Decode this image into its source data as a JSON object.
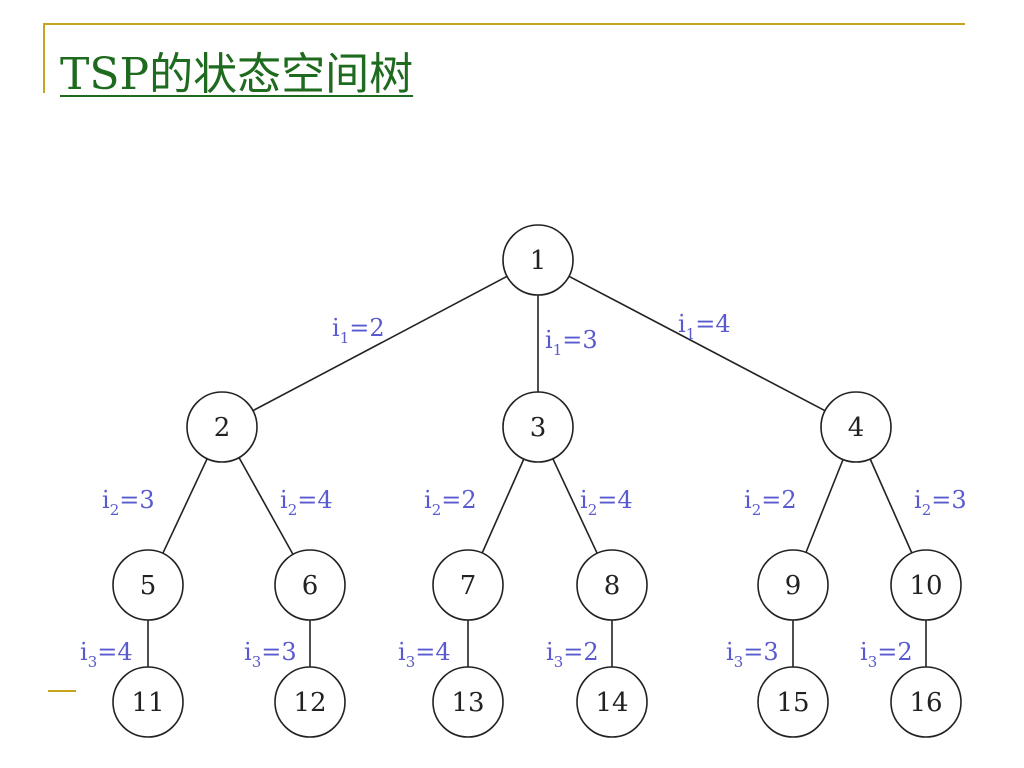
{
  "slide": {
    "title": "TSP的状态空间树"
  },
  "tree": {
    "nodes": [
      {
        "id": "1"
      },
      {
        "id": "2"
      },
      {
        "id": "3"
      },
      {
        "id": "4"
      },
      {
        "id": "5"
      },
      {
        "id": "6"
      },
      {
        "id": "7"
      },
      {
        "id": "8"
      },
      {
        "id": "9"
      },
      {
        "id": "10"
      },
      {
        "id": "11"
      },
      {
        "id": "12"
      },
      {
        "id": "13"
      },
      {
        "id": "14"
      },
      {
        "id": "15"
      },
      {
        "id": "16"
      }
    ],
    "edges": [
      {
        "from": "1",
        "to": "2",
        "var": "i",
        "sub": "1",
        "value": "2"
      },
      {
        "from": "1",
        "to": "3",
        "var": "i",
        "sub": "1",
        "value": "3"
      },
      {
        "from": "1",
        "to": "4",
        "var": "i",
        "sub": "1",
        "value": "4"
      },
      {
        "from": "2",
        "to": "5",
        "var": "i",
        "sub": "2",
        "value": "3"
      },
      {
        "from": "2",
        "to": "6",
        "var": "i",
        "sub": "2",
        "value": "4"
      },
      {
        "from": "3",
        "to": "7",
        "var": "i",
        "sub": "2",
        "value": "2"
      },
      {
        "from": "3",
        "to": "8",
        "var": "i",
        "sub": "2",
        "value": "4"
      },
      {
        "from": "4",
        "to": "9",
        "var": "i",
        "sub": "2",
        "value": "2"
      },
      {
        "from": "4",
        "to": "10",
        "var": "i",
        "sub": "2",
        "value": "3"
      },
      {
        "from": "5",
        "to": "11",
        "var": "i",
        "sub": "3",
        "value": "4"
      },
      {
        "from": "6",
        "to": "12",
        "var": "i",
        "sub": "3",
        "value": "3"
      },
      {
        "from": "7",
        "to": "13",
        "var": "i",
        "sub": "3",
        "value": "4"
      },
      {
        "from": "8",
        "to": "14",
        "var": "i",
        "sub": "3",
        "value": "2"
      },
      {
        "from": "9",
        "to": "15",
        "var": "i",
        "sub": "3",
        "value": "3"
      },
      {
        "from": "10",
        "to": "16",
        "var": "i",
        "sub": "3",
        "value": "2"
      }
    ]
  }
}
